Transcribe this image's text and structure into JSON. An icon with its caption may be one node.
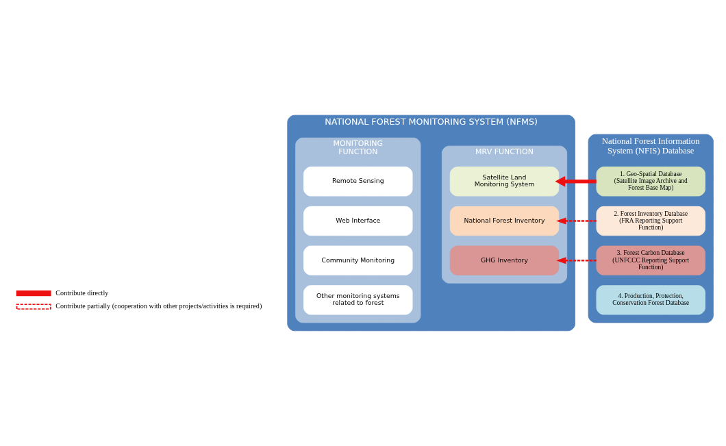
{
  "diagram": {
    "nodes": [
      {
        "text": [
          "NATIONAL FOREST MONITORING SYSTEM (NFMS)"
        ]
      },
      {
        "text": [
          "MONITORING FUNCTION"
        ],
        "in": 0
      },
      {
        "text": [
          "Remote Sensing"
        ],
        "in": 1
      },
      {
        "text": [
          "Web Interface"
        ],
        "in": 1
      },
      {
        "text": [
          "Community Monitoring"
        ],
        "in": 1
      },
      {
        "text": [
          "Other monitoring systems related to forest"
        ],
        "in": 1
      },
      {
        "text": [
          "MRV FUNCTION"
        ],
        "in": 0
      },
      {
        "text": [
          "Satellite Land Monitoring System"
        ],
        "in": 6
      },
      {
        "text": [
          "National Forest Inventory"
        ],
        "in": 6
      },
      {
        "text": [
          "GHG Inventory"
        ],
        "in": 6
      },
      {
        "text": [
          "National Forest Information System (NFIS) Database"
        ]
      },
      {
        "text": [
          "1. Geo-Spatial Database",
          "(Satellite Image Archive and Forest Base Map)"
        ],
        "in": 10
      },
      {
        "text": [
          "2. Forest Inventory Database",
          "(FRA Reporting Support Function)"
        ],
        "in": 10
      },
      {
        "text": [
          "3. Forest Carbon Database",
          "(UNFCCC Reporting Support Function)"
        ],
        "in": 10
      },
      {
        "text": [
          "4. Production, Protection, Conservation Forest Database"
        ],
        "in": 10
      }
    ],
    "edges": [
      {
        "from": 11,
        "to": 7,
        "arrow": "to",
        "style": "thick"
      },
      {
        "from": 12,
        "to": 8,
        "arrow": "to",
        "style": "dashed"
      },
      {
        "from": 13,
        "to": 9,
        "arrow": "to",
        "style": "dashed"
      }
    ],
    "legend": [
      {
        "text": "Contribute directly"
      },
      {
        "text": "Contribute partially (cooperation with other projects/activities is required)"
      }
    ]
  }
}
